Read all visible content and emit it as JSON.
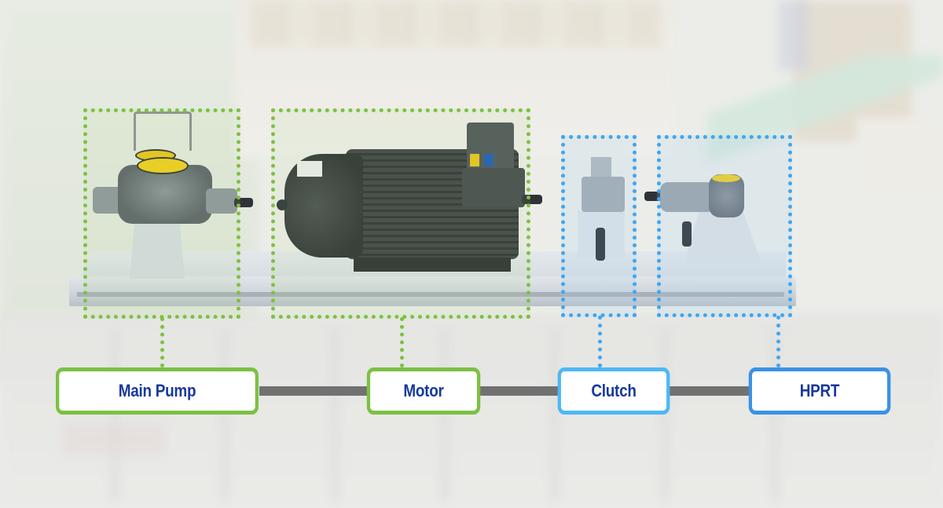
{
  "diagram": {
    "type": "equipment-layout",
    "description": "Pump skid with highlighted components connected to labeled blocks",
    "colors": {
      "pump_side_accent": "#7cc142",
      "recovery_side_accent": "#3ea6f2",
      "hprt_accent": "#3a92e6",
      "label_text": "#17399a",
      "flow_bar": "#717171"
    },
    "components": [
      {
        "id": "main-pump",
        "label": "Main Pump",
        "group": "green"
      },
      {
        "id": "motor",
        "label": "Motor",
        "group": "green"
      },
      {
        "id": "clutch",
        "label": "Clutch",
        "group": "blue"
      },
      {
        "id": "hprt",
        "label": "HPRT",
        "group": "blue"
      }
    ],
    "connections": [
      {
        "from": "main-pump",
        "to": "motor"
      },
      {
        "from": "motor",
        "to": "clutch"
      },
      {
        "from": "clutch",
        "to": "hprt"
      }
    ]
  }
}
